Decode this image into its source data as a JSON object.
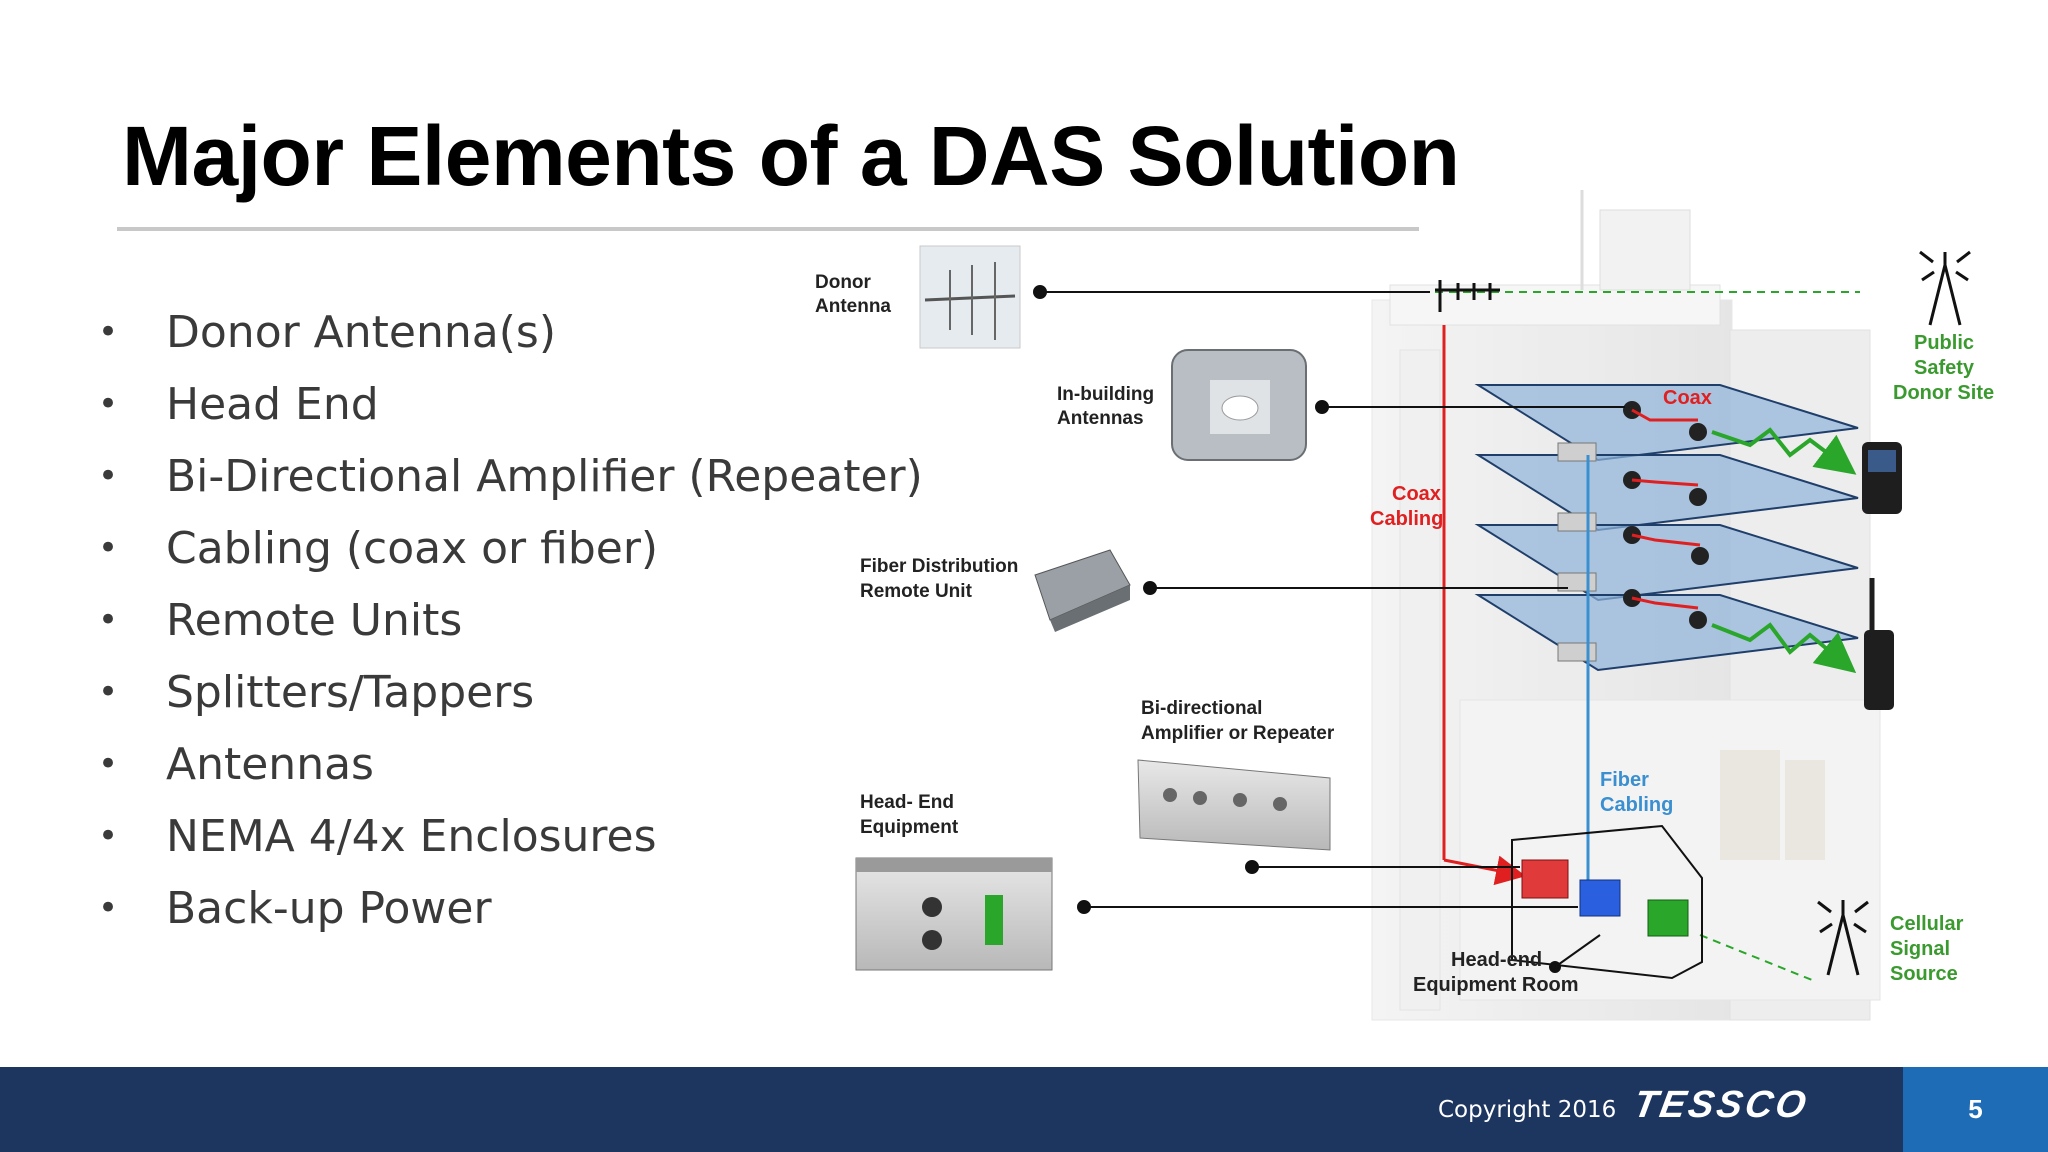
{
  "slide": {
    "title": "Major Elements of a DAS Solution",
    "bullets": [
      "Donor Antenna(s)",
      "Head End",
      "Bi-Directional Amplifier (Repeater)",
      "Cabling (coax or fiber)",
      "Remote Units",
      "Splitters/Tappers",
      "Antennas",
      "NEMA 4/4x Enclosures",
      "Back-up Power"
    ],
    "bullet_glyph": "•"
  },
  "diagram": {
    "labels": {
      "donor_antenna_1": "Donor",
      "donor_antenna_2": "Antenna",
      "inbuilding_1": "In-building",
      "inbuilding_2": "Antennas",
      "fiber_remote_1": "Fiber Distribution",
      "fiber_remote_2": "Remote Unit",
      "bda_1": "Bi-directional",
      "bda_2": "Amplifier or Repeater",
      "headend_equip_1": "Head- End",
      "headend_equip_2": "Equipment",
      "coax_top": "Coax",
      "coax_cabling_1": "Coax",
      "coax_cabling_2": "Cabling",
      "fiber_cabling_1": "Fiber",
      "fiber_cabling_2": "Cabling",
      "headend_room_1": "Head-end",
      "headend_room_2": "Equipment Room",
      "public_safety_1": "Public",
      "public_safety_2": "Safety",
      "public_safety_3": "Donor Site",
      "cellular_1": "Cellular",
      "cellular_2": "Signal",
      "cellular_3": "Source"
    },
    "colors": {
      "coax": "#e02020",
      "fiber": "#3a8fd0",
      "wireless": "#2aa62a",
      "label_green": "#3b9a2f"
    }
  },
  "footer": {
    "copyright": "Copyright 2016",
    "logo": "TESSCO",
    "page_number": "5",
    "bar_color": "#1c3660",
    "page_box_color": "#1e6cb5"
  }
}
